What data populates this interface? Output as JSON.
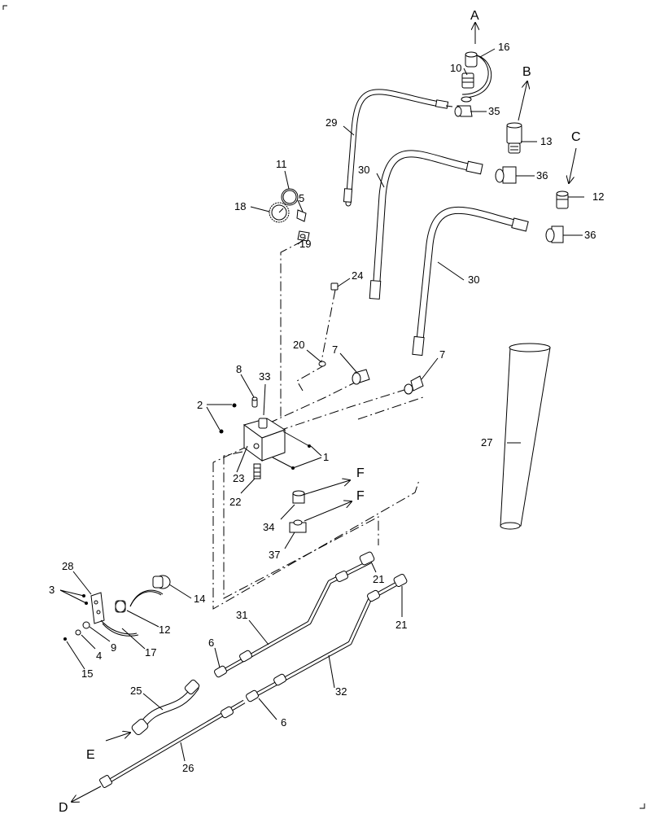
{
  "labels": {
    "A": "A",
    "B": "B",
    "C": "C",
    "D": "D",
    "E": "E",
    "F1": "F",
    "F2": "F",
    "p1": "1",
    "p2": "2",
    "p3": "3",
    "p4": "4",
    "p5": "5",
    "p6a": "6",
    "p6b": "6",
    "p7a": "7",
    "p7b": "7",
    "p8": "8",
    "p9": "9",
    "p10": "10",
    "p11": "11",
    "p12a": "12",
    "p12b": "12",
    "p13": "13",
    "p14": "14",
    "p15": "15",
    "p16": "16",
    "p17": "17",
    "p18": "18",
    "p19": "19",
    "p20": "20",
    "p21a": "21",
    "p21b": "21",
    "p22": "22",
    "p23": "23",
    "p24": "24",
    "p25": "25",
    "p26": "26",
    "p27": "27",
    "p28": "28",
    "p29": "29",
    "p30a": "30",
    "p30b": "30",
    "p31": "31",
    "p32": "32",
    "p33": "33",
    "p34": "34",
    "p35": "35",
    "p36a": "36",
    "p36b": "36",
    "p37": "37"
  }
}
